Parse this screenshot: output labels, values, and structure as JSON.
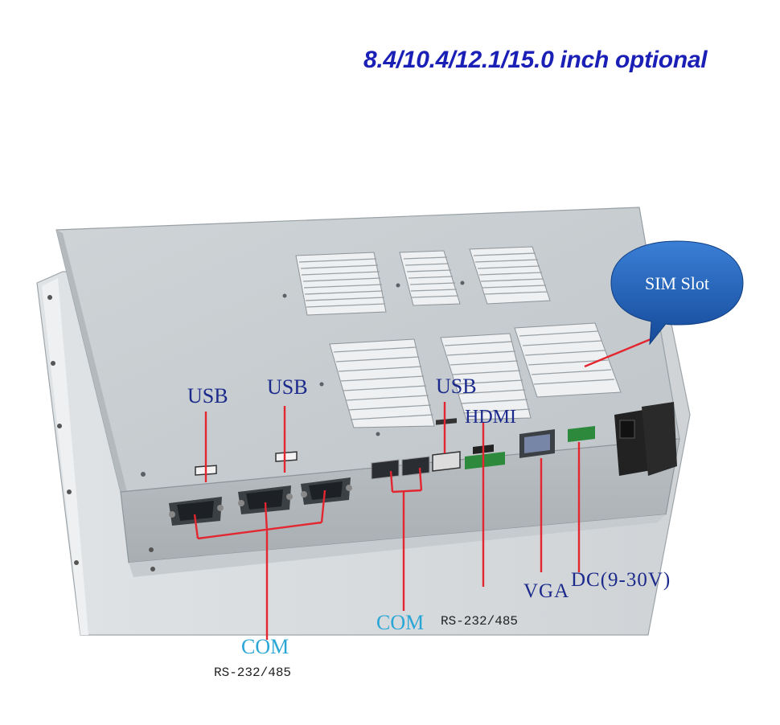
{
  "headline": "8.4/10.4/12.1/15.0 inch optional",
  "callouts": {
    "sim": "SIM Slot",
    "usb_1": "USB",
    "usb_2": "USB",
    "usb_3": "USB",
    "hdmi": "HDMI",
    "vga": "VGA",
    "dc": "DC(9-30V)",
    "com_left": "COM",
    "rs_left": "RS-232/485",
    "com_middle": "COM",
    "rs_middle": "RS-232/485"
  },
  "colors": {
    "headline": "#1a1fb5",
    "label_dark_blue": "#1c2a8c",
    "label_cyan": "#2aa6d6",
    "callout_line": "#e3262f",
    "bubble": "#1e5fb8",
    "chassis": "#c9ced2"
  }
}
